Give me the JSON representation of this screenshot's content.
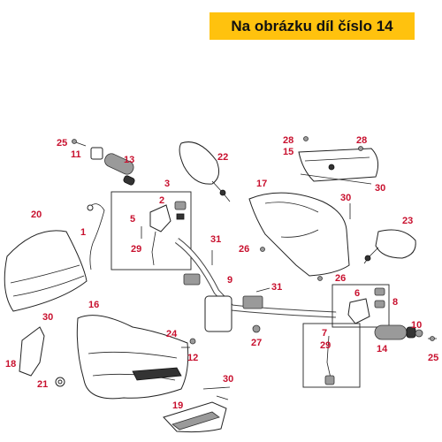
{
  "banner": {
    "text": "Na obrázku díl číslo 14",
    "background": "#ffc20e"
  },
  "label_color": "#c8102e",
  "labels": [
    "1",
    "2",
    "3",
    "5",
    "6",
    "7",
    "8",
    "9",
    "10",
    "11",
    "12",
    "13",
    "14",
    "15",
    "16",
    "17",
    "18",
    "19",
    "20",
    "21",
    "22",
    "23",
    "24",
    "25",
    "26",
    "27",
    "28",
    "29",
    "30",
    "31"
  ]
}
